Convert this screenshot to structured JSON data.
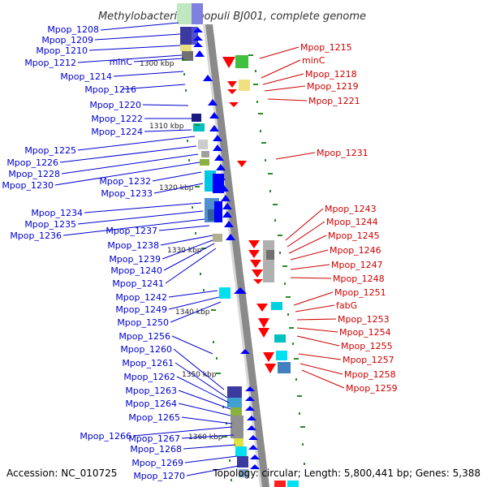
{
  "title": "Methylobacterium populi BJ001, complete genome",
  "footer": {
    "accession": "Accession: NC_010725",
    "summary": "Topology: circular; Length: 5,800,441 bp; Genes: 5,388"
  },
  "colors": {
    "blue_label": "#0000cc",
    "red_label": "#cc0000",
    "backbone": "#8a8a8a",
    "forward_gene": "#0000ff",
    "reverse_gene": "#ff0000",
    "marker": "#2a8a2a"
  },
  "scale_labels": [
    "1300 kbp",
    "1310 kbp",
    "1320 kbp",
    "1330 kbp",
    "1340 kbp",
    "1350 kbp",
    "1360 kbp"
  ],
  "left_labels": [
    "Mpop_1208",
    "Mpop_1209",
    "Mpop_1210",
    "Mpop_1212",
    "minC",
    "Mpop_1214",
    "Mpop_1216",
    "Mpop_1220",
    "Mpop_1222",
    "Mpop_1224",
    "Mpop_1225",
    "Mpop_1226",
    "Mpop_1228",
    "Mpop_1230",
    "Mpop_1232",
    "Mpop_1233",
    "Mpop_1234",
    "Mpop_1235",
    "Mpop_1236",
    "Mpop_1237",
    "Mpop_1238",
    "Mpop_1239",
    "Mpop_1240",
    "Mpop_1241",
    "Mpop_1242",
    "Mpop_1249",
    "Mpop_1250",
    "Mpop_1256",
    "Mpop_1260",
    "Mpop_1261",
    "Mpop_1262",
    "Mpop_1263",
    "Mpop_1264",
    "Mpop_1265",
    "Mpop_1266",
    "Mpop_1267",
    "Mpop_1268",
    "Mpop_1269",
    "Mpop_1270"
  ],
  "right_labels": [
    "Mpop_1215",
    "minC",
    "Mpop_1218",
    "Mpop_1219",
    "Mpop_1221",
    "Mpop_1231",
    "Mpop_1243",
    "Mpop_1244",
    "Mpop_1245",
    "Mpop_1246",
    "Mpop_1247",
    "Mpop_1248",
    "Mpop_1251",
    "fabG",
    "Mpop_1253",
    "Mpop_1254",
    "Mpop_1255",
    "Mpop_1257",
    "Mpop_1258",
    "Mpop_1259"
  ]
}
